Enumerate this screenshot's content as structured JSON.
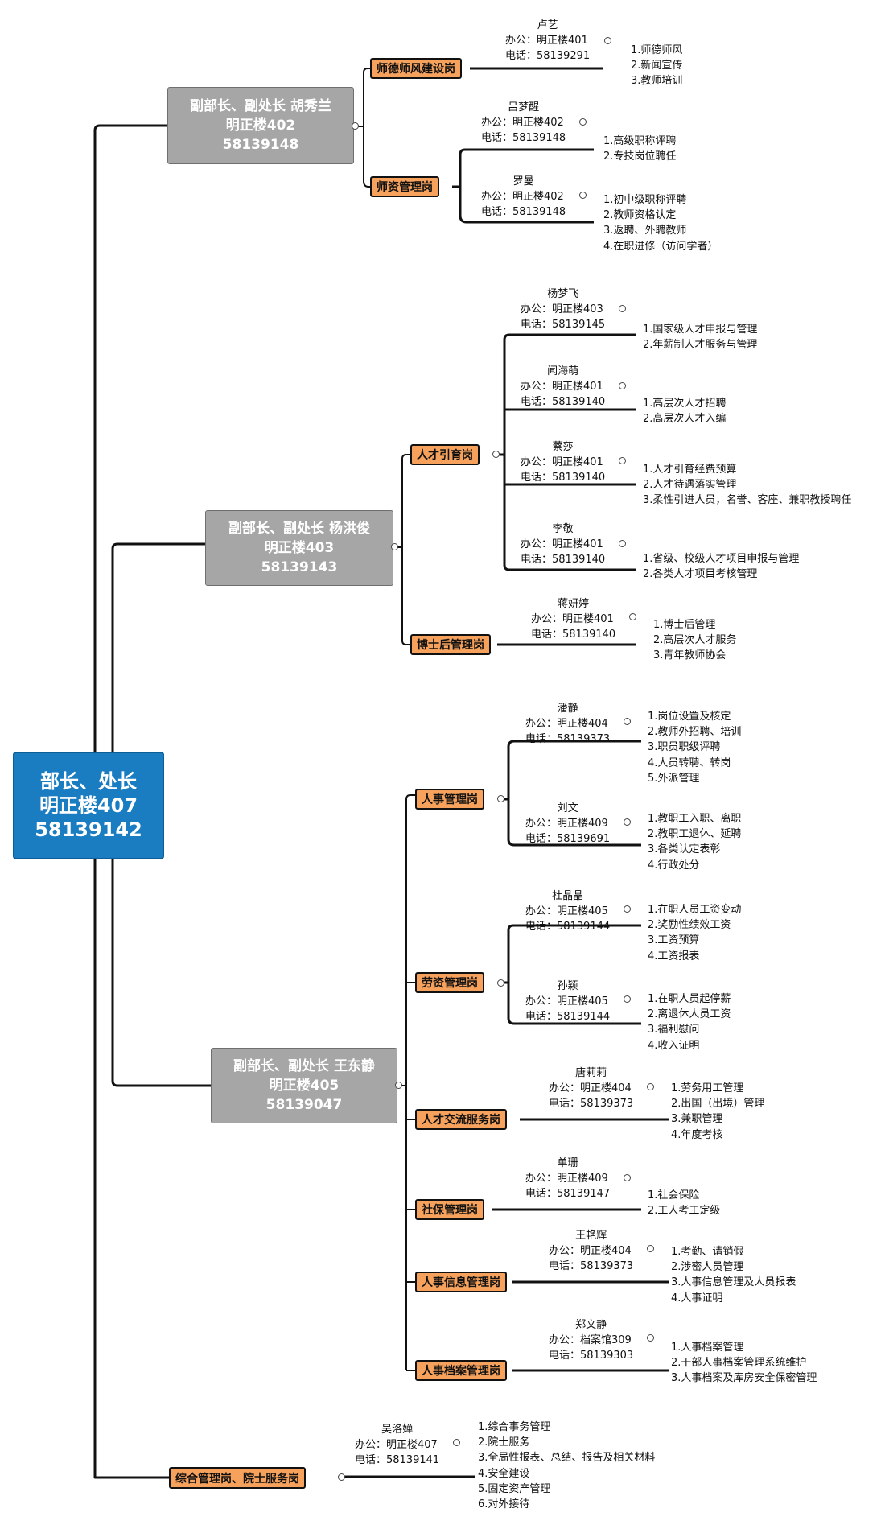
{
  "root": {
    "title": "部长、处长",
    "office": "明正楼407",
    "phone": "58139142"
  },
  "deputies": [
    {
      "title": "副部长、副处长  胡秀兰",
      "office": "明正楼402",
      "phone": "58139148"
    },
    {
      "title": "副部长、副处长  杨洪俊",
      "office": "明正楼403",
      "phone": "58139143"
    },
    {
      "title": "副部长、副处长  王东静",
      "office": "明正楼405",
      "phone": "58139047"
    }
  ],
  "posts": [
    {
      "label": "师德师风建设岗"
    },
    {
      "label": "师资管理岗"
    },
    {
      "label": "人才引育岗"
    },
    {
      "label": "博士后管理岗"
    },
    {
      "label": "人事管理岗"
    },
    {
      "label": "劳资管理岗"
    },
    {
      "label": "人才交流服务岗"
    },
    {
      "label": "社保管理岗"
    },
    {
      "label": "人事信息管理岗"
    },
    {
      "label": "人事档案管理岗"
    },
    {
      "label": "综合管理岗、院士服务岗"
    }
  ],
  "people": [
    {
      "name": "卢艺",
      "office": "办公：明正楼401",
      "phone": "电话：58139291",
      "duties": [
        "1.师德师风",
        "2.新闻宣传",
        "3.教师培训"
      ]
    },
    {
      "name": "吕梦醒",
      "office": "办公：明正楼402",
      "phone": "电话：58139148",
      "duties": [
        "1.高级职称评聘",
        "2.专技岗位聘任"
      ]
    },
    {
      "name": "罗曼",
      "office": "办公：明正楼402",
      "phone": "电话：58139148",
      "duties": [
        "1.初中级职称评聘",
        "2.教师资格认定",
        "3.返聘、外聘教师",
        "4.在职进修（访问学者）"
      ]
    },
    {
      "name": "杨梦飞",
      "office": "办公：明正楼403",
      "phone": "电话：58139145",
      "duties": [
        "1.国家级人才申报与管理",
        "2.年薪制人才服务与管理"
      ]
    },
    {
      "name": "闻海萌",
      "office": "办公：明正楼401",
      "phone": "电话：58139140",
      "duties": [
        "1.高层次人才招聘",
        "2.高层次人才入编"
      ]
    },
    {
      "name": "蔡莎",
      "office": "办公：明正楼401",
      "phone": "电话：58139140",
      "duties": [
        "1.人才引育经费预算",
        "2.人才待遇落实管理",
        "3.柔性引进人员，名誉、客座、兼职教授聘任"
      ]
    },
    {
      "name": "李敬",
      "office": "办公：明正楼401",
      "phone": "电话：58139140",
      "duties": [
        "1.省级、校级人才项目申报与管理",
        "2.各类人才项目考核管理"
      ]
    },
    {
      "name": "蒋妍婷",
      "office": "办公：明正楼401",
      "phone": "电话：58139140",
      "duties": [
        "1.博士后管理",
        "2.高层次人才服务",
        "3.青年教师协会"
      ]
    },
    {
      "name": "潘静",
      "office": "办公：明正楼404",
      "phone": "电话：58139373",
      "duties": [
        "1.岗位设置及核定",
        "2.教师外招聘、培训",
        "3.职员职级评聘",
        "4.人员转聘、转岗",
        "5.外派管理"
      ]
    },
    {
      "name": "刘文",
      "office": "办公：明正楼409",
      "phone": "电话：58139691",
      "duties": [
        "1.教职工入职、离职",
        "2.教职工退休、延聘",
        "3.各类认定表彰",
        "4.行政处分"
      ]
    },
    {
      "name": "杜晶晶",
      "office": "办公：明正楼405",
      "phone": "电话：58139144",
      "duties": [
        "1.在职人员工资变动",
        "2.奖励性绩效工资",
        "3.工资预算",
        "4.工资报表"
      ]
    },
    {
      "name": "孙颖",
      "office": "办公：明正楼405",
      "phone": "电话：58139144",
      "duties": [
        "1.在职人员起停薪",
        "2.离退休人员工资",
        "3.福利慰问",
        "4.收入证明"
      ]
    },
    {
      "name": "唐莉莉",
      "office": "办公：明正楼404",
      "phone": "电话：58139373",
      "duties": [
        "1.劳务用工管理",
        "2.出国（出境）管理",
        "3.兼职管理",
        "4.年度考核"
      ]
    },
    {
      "name": "单珊",
      "office": "办公：明正楼409",
      "phone": "电话：58139147",
      "duties": [
        "1.社会保险",
        "2.工人考工定级"
      ]
    },
    {
      "name": "王艳辉",
      "office": "办公：明正楼404",
      "phone": "电话：58139373",
      "duties": [
        "1.考勤、请销假",
        "2.涉密人员管理",
        "3.人事信息管理及人员报表",
        "4.人事证明"
      ]
    },
    {
      "name": "郑文静",
      "office": "办公：档案馆309",
      "phone": "电话：58139303",
      "duties": [
        "1.人事档案管理",
        "2.干部人事档案管理系统维护",
        "3.人事档案及库房安全保密管理"
      ]
    },
    {
      "name": "吴洛婵",
      "office": "办公：明正楼407",
      "phone": "电话：58139141",
      "duties": [
        "1.综合事务管理",
        "2.院士服务",
        "3.全局性报表、总结、报告及相关材料",
        "4.安全建设",
        "5.固定资产管理",
        "6.对外接待"
      ]
    }
  ]
}
